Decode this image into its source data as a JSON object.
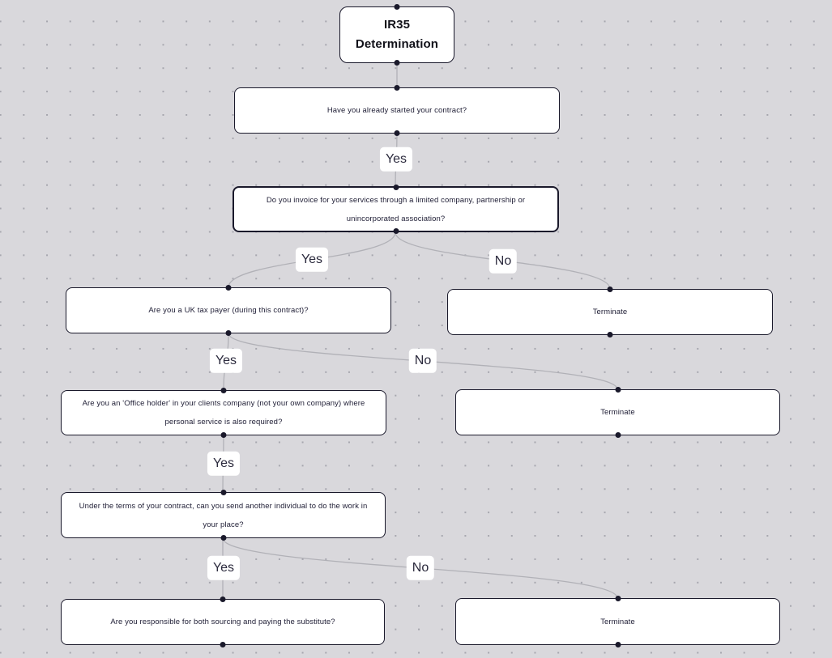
{
  "app": {
    "background_color": "#d9d8dc",
    "dot_color": "#a6a6ae",
    "edge_color": "#b1b1b7",
    "node_border_color": "#1a192b",
    "node_background": "#ffffff",
    "text_color": "#222138"
  },
  "nodes": {
    "title": {
      "label": "IR35 Determination"
    },
    "q_started": {
      "label": "Have you already started your contract?"
    },
    "q_invoice": {
      "label": "Do you invoice for your services through a limited company, partnership or unincorporated association?"
    },
    "q_taxpayer": {
      "label": "Are you a UK tax payer (during this contract)?"
    },
    "terminate_1": {
      "label": "Terminate"
    },
    "q_office_holder": {
      "label": "Are you an 'Office holder' in your clients company (not your own company) where personal service is also required?"
    },
    "terminate_2": {
      "label": "Terminate"
    },
    "q_substitute": {
      "label": "Under the terms of your contract, can you send another individual to do the work in your place?"
    },
    "q_sourcing": {
      "label": "Are you responsible for both sourcing and paying the substitute?"
    },
    "terminate_3": {
      "label": "Terminate"
    }
  },
  "edge_labels": {
    "started_yes": "Yes",
    "invoice_yes": "Yes",
    "invoice_no": "No",
    "taxpayer_yes": "Yes",
    "taxpayer_no": "No",
    "office_yes": "Yes",
    "substitute_yes": "Yes",
    "substitute_no": "No"
  }
}
